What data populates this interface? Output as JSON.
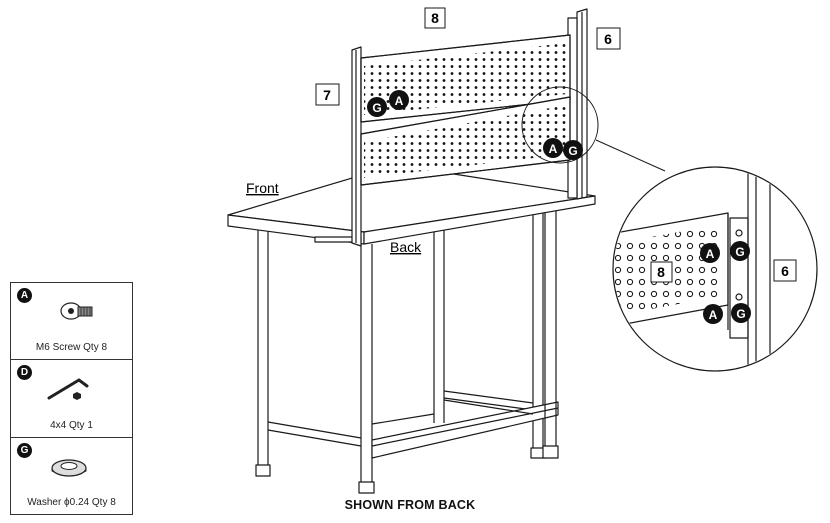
{
  "callouts": {
    "part_8": "8",
    "part_6": "6",
    "part_7": "7",
    "detail_8": "8",
    "detail_6": "6"
  },
  "hardware_markers": {
    "a": "A",
    "g": "G"
  },
  "orientation": {
    "front": "Front",
    "back": "Back"
  },
  "caption": "SHOWN FROM BACK",
  "parts": [
    {
      "letter": "A",
      "icon": "screw-icon",
      "label": "M6 Screw Qty 8"
    },
    {
      "letter": "D",
      "icon": "hex-key-icon",
      "label": "4x4 Qty 1"
    },
    {
      "letter": "G",
      "icon": "washer-icon",
      "label": "Washer ϕ0.24 Qty 8"
    }
  ],
  "colors": {
    "line": "#1a1a1a",
    "marker_fill": "#111111",
    "marker_text": "#ffffff"
  }
}
